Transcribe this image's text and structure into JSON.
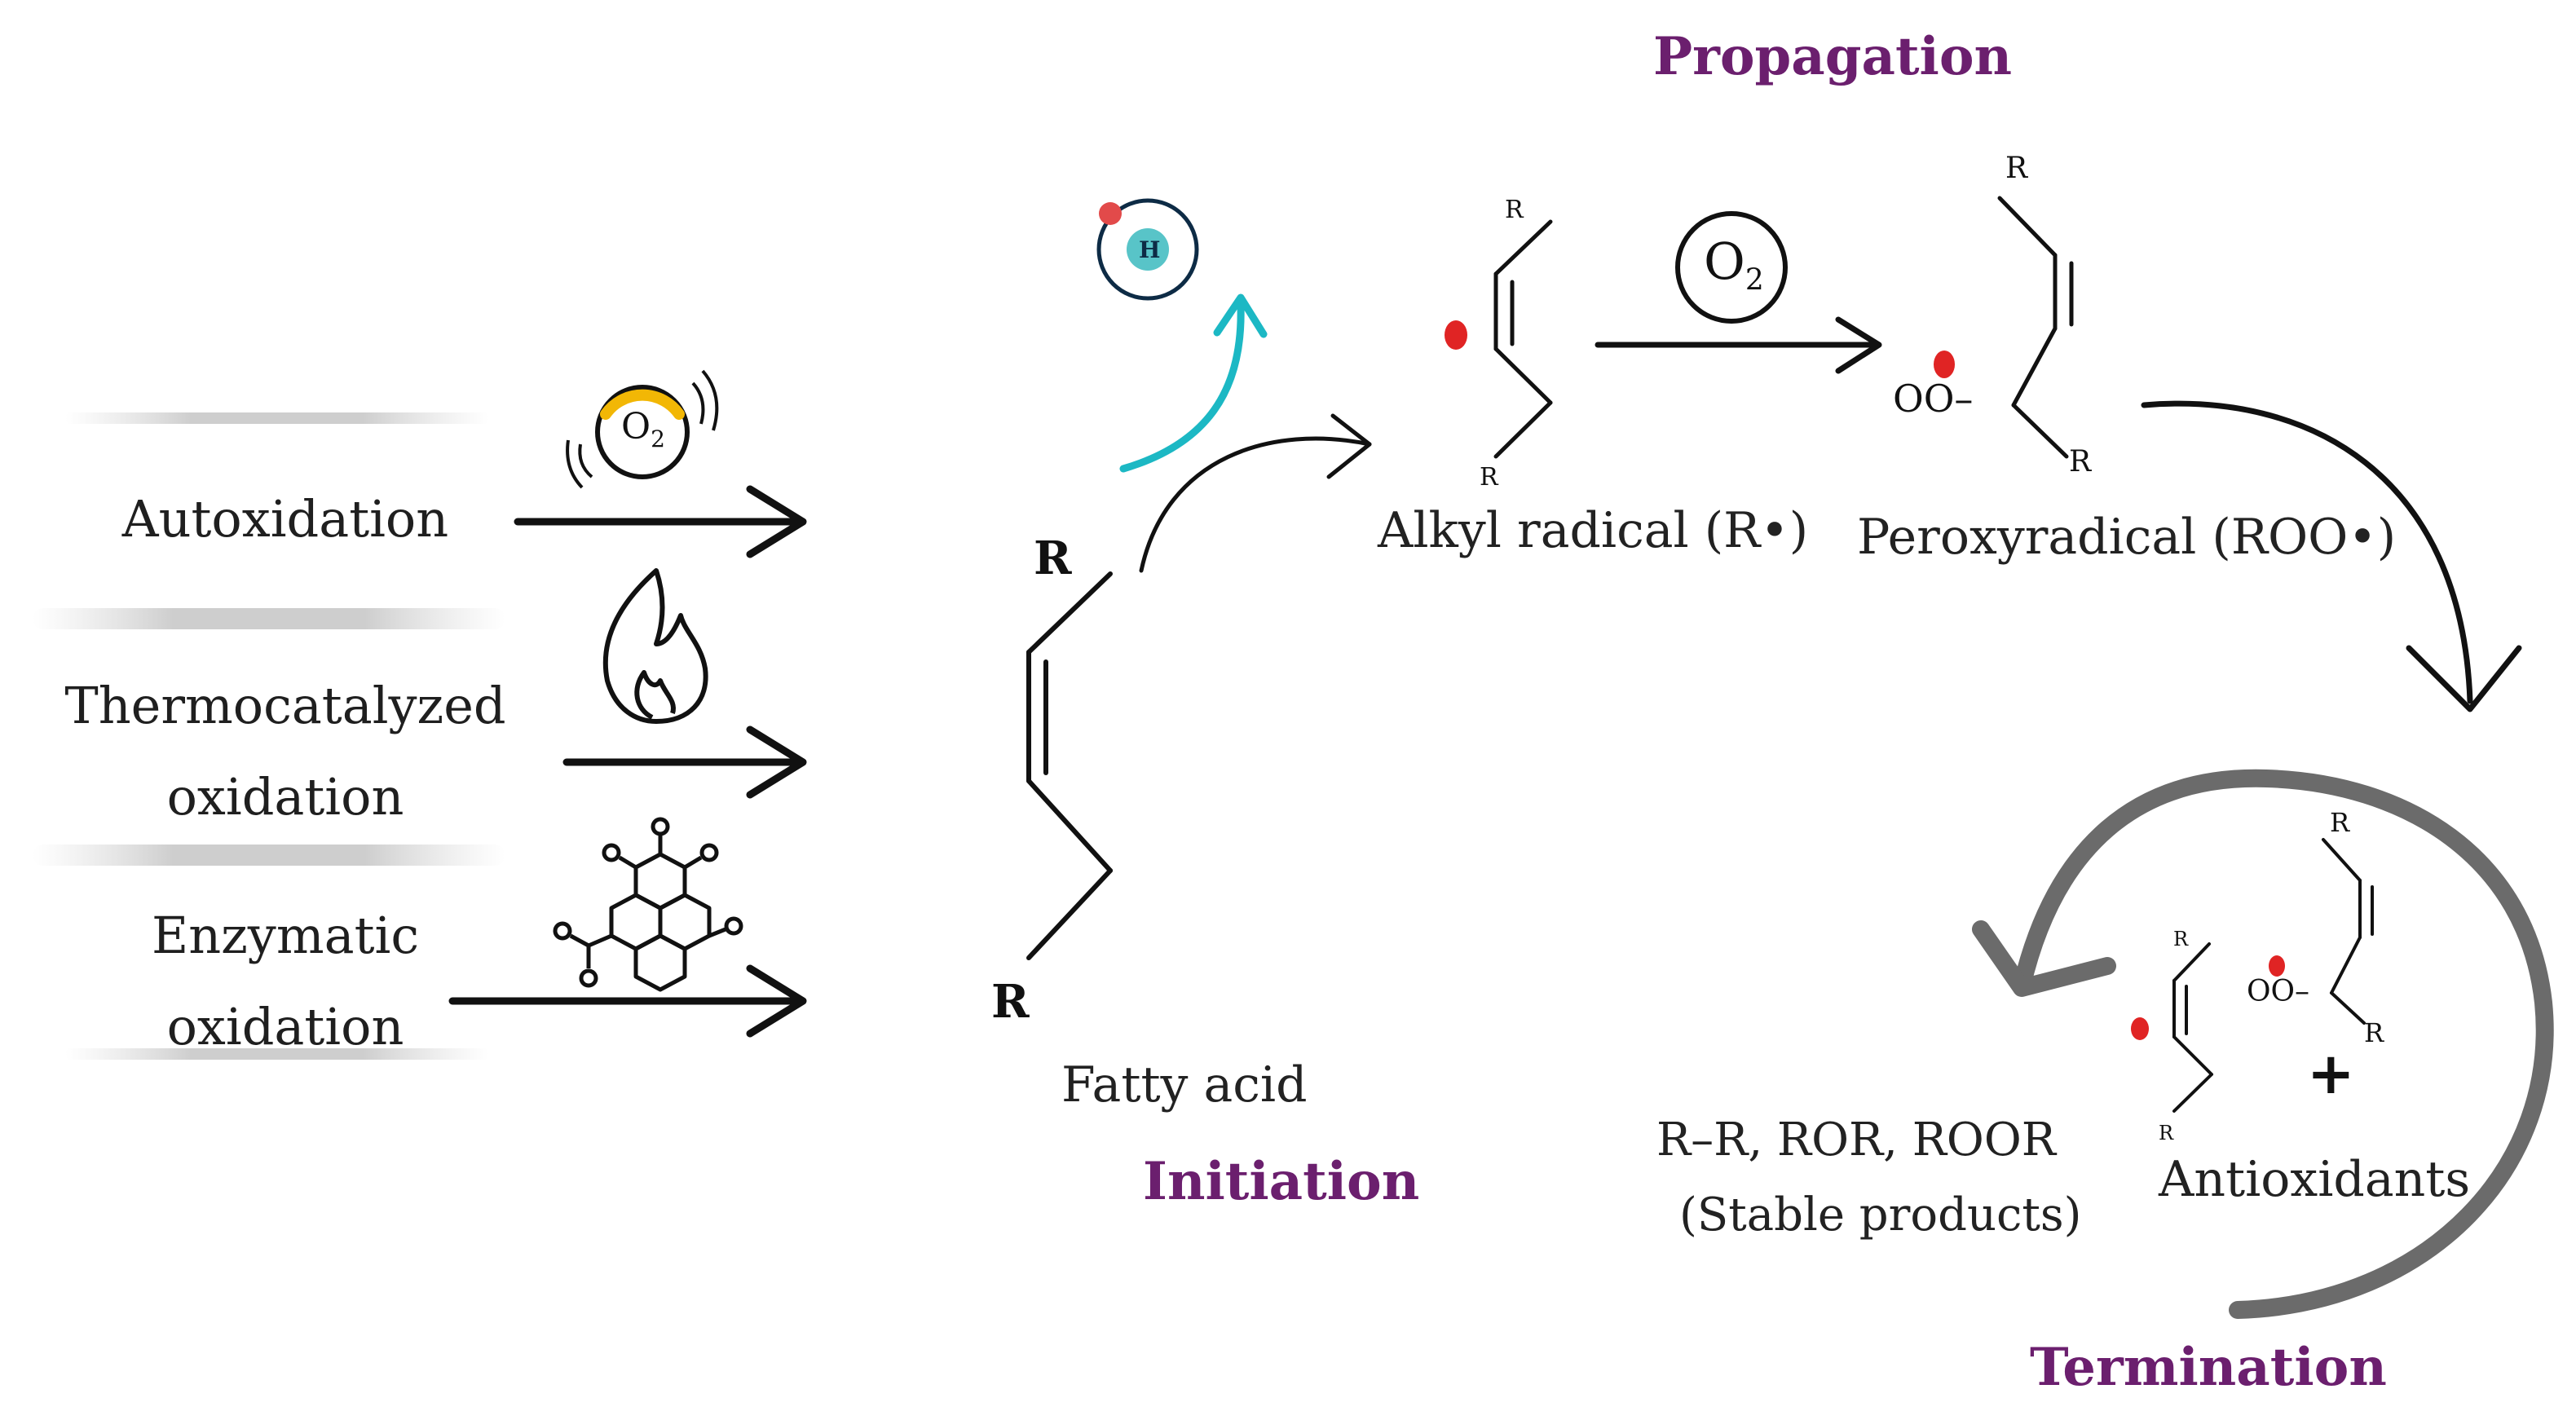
{
  "stages": {
    "propagation": "Propagation",
    "initiation": "Initiation",
    "termination": "Termination"
  },
  "causes": {
    "autoxidation": "Autoxidation",
    "thermo_line1": "Thermocatalyzed",
    "thermo_line2": "oxidation",
    "enzymatic_line1": "Enzymatic",
    "enzymatic_line2": "oxidation"
  },
  "species": {
    "fatty_acid": "Fatty acid",
    "alkyl_radical": "Alkyl radical (R•)",
    "peroxyradical": "Peroxyradical (ROO•)",
    "antioxidants": "Antioxidants",
    "products_line1": "R–R, ROR, ROOR",
    "products_line2": "(Stable products)"
  },
  "symbols": {
    "o2": "O",
    "o2_sub": "2",
    "hydrogen": "H",
    "r": "R",
    "oo": "OO–",
    "plus": "+"
  },
  "colors": {
    "stage": "#6b1f6e",
    "radical_dot": "#e02424",
    "h_arrow": "#1cb8c4",
    "h_atom": "#58c4c8",
    "o2_arc": "#f2b705",
    "termination_cycle": "#6b6b6b"
  }
}
